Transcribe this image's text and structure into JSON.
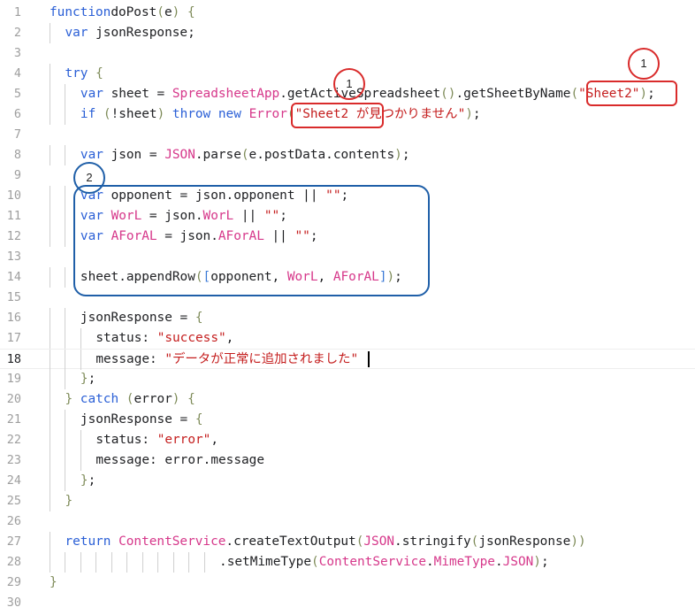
{
  "colors": {
    "keyword": "#2a5fd6",
    "class": "#d6378a",
    "string": "#c41d1d",
    "bracket_green": "#7f8c5a",
    "bracket_blue": "#3c7ad6",
    "annotation_red": "#d92b2b",
    "annotation_blue": "#1f5fa8"
  },
  "editor": {
    "active_line": 18,
    "lines": [
      {
        "n": "1",
        "t": [
          [
            "kw",
            "function"
          ],
          [
            "",
            "doPost"
          ],
          [
            "b1",
            "("
          ],
          [
            "",
            "e"
          ],
          [
            "b1",
            ")"
          ],
          [
            "",
            " "
          ],
          [
            "b1",
            "{"
          ]
        ]
      },
      {
        "n": "2",
        "t": [
          [
            "kw",
            "var"
          ],
          [
            "",
            " jsonResponse;"
          ]
        ]
      },
      {
        "n": "3",
        "t": []
      },
      {
        "n": "4",
        "t": [
          [
            "kw",
            "try"
          ],
          [
            "",
            " "
          ],
          [
            "b1",
            "{"
          ]
        ]
      },
      {
        "n": "5",
        "t": [
          [
            "kw",
            "var"
          ],
          [
            "",
            " sheet = "
          ],
          [
            "cls",
            "SpreadsheetApp"
          ],
          [
            "",
            ".getActiveSpreadsheet"
          ],
          [
            "b1",
            "()"
          ],
          [
            "",
            ".getSheetByName"
          ],
          [
            "b1",
            "("
          ],
          [
            "str",
            "\"Sheet2\""
          ],
          [
            "b1",
            ")"
          ],
          [
            "",
            ";"
          ]
        ]
      },
      {
        "n": "6",
        "t": [
          [
            "kw",
            "if"
          ],
          [
            "",
            " "
          ],
          [
            "b1",
            "("
          ],
          [
            "",
            "!sheet"
          ],
          [
            "b1",
            ")"
          ],
          [
            "",
            " "
          ],
          [
            "kw",
            "throw new"
          ],
          [
            "",
            " "
          ],
          [
            "cls",
            "Error"
          ],
          [
            "b1",
            "("
          ],
          [
            "str",
            "\"Sheet2 が見つかりません\""
          ],
          [
            "b1",
            ")"
          ],
          [
            "",
            ";"
          ]
        ]
      },
      {
        "n": "7",
        "t": []
      },
      {
        "n": "8",
        "t": [
          [
            "kw",
            "var"
          ],
          [
            "",
            " json = "
          ],
          [
            "cls",
            "JSON"
          ],
          [
            "",
            ".parse"
          ],
          [
            "b1",
            "("
          ],
          [
            "",
            "e.postData.contents"
          ],
          [
            "b1",
            ")"
          ],
          [
            "",
            ";"
          ]
        ]
      },
      {
        "n": "9",
        "t": []
      },
      {
        "n": "10",
        "t": [
          [
            "kw",
            "var"
          ],
          [
            "",
            " opponent = json.opponent || "
          ],
          [
            "str",
            "\"\""
          ],
          [
            "",
            ";"
          ]
        ]
      },
      {
        "n": "11",
        "t": [
          [
            "kw",
            "var"
          ],
          [
            "",
            " "
          ],
          [
            "cls",
            "WorL"
          ],
          [
            "",
            " = json."
          ],
          [
            "cls",
            "WorL"
          ],
          [
            "",
            " || "
          ],
          [
            "str",
            "\"\""
          ],
          [
            "",
            ";"
          ]
        ]
      },
      {
        "n": "12",
        "t": [
          [
            "kw",
            "var"
          ],
          [
            "",
            " "
          ],
          [
            "cls",
            "AForAL"
          ],
          [
            "",
            " = json."
          ],
          [
            "cls",
            "AForAL"
          ],
          [
            "",
            " || "
          ],
          [
            "str",
            "\"\""
          ],
          [
            "",
            ";"
          ]
        ]
      },
      {
        "n": "13",
        "t": []
      },
      {
        "n": "14",
        "t": [
          [
            "",
            "sheet.appendRow"
          ],
          [
            "b1",
            "("
          ],
          [
            "b2",
            "["
          ],
          [
            "",
            "opponent, "
          ],
          [
            "cls",
            "WorL"
          ],
          [
            "",
            ", "
          ],
          [
            "cls",
            "AForAL"
          ],
          [
            "b2",
            "]"
          ],
          [
            "b1",
            ")"
          ],
          [
            "",
            ";"
          ]
        ]
      },
      {
        "n": "15",
        "t": []
      },
      {
        "n": "16",
        "t": [
          [
            "",
            "jsonResponse = "
          ],
          [
            "b1",
            "{"
          ]
        ]
      },
      {
        "n": "17",
        "t": [
          [
            "",
            "status: "
          ],
          [
            "str",
            "\"success\""
          ],
          [
            "",
            ","
          ]
        ]
      },
      {
        "n": "18",
        "t": [
          [
            "",
            "message: "
          ],
          [
            "str",
            "\"データが正常に追加されました\""
          ]
        ]
      },
      {
        "n": "19",
        "t": [
          [
            "b1",
            "}"
          ],
          [
            "",
            ";"
          ]
        ]
      },
      {
        "n": "20",
        "t": [
          [
            "b1",
            "}"
          ],
          [
            "",
            " "
          ],
          [
            "kw",
            "catch"
          ],
          [
            "",
            " "
          ],
          [
            "b1",
            "("
          ],
          [
            "",
            "error"
          ],
          [
            "b1",
            ")"
          ],
          [
            "",
            " "
          ],
          [
            "b1",
            "{"
          ]
        ]
      },
      {
        "n": "21",
        "t": [
          [
            "",
            "jsonResponse = "
          ],
          [
            "b1",
            "{"
          ]
        ]
      },
      {
        "n": "22",
        "t": [
          [
            "",
            "status: "
          ],
          [
            "str",
            "\"error\""
          ],
          [
            "",
            ","
          ]
        ]
      },
      {
        "n": "23",
        "t": [
          [
            "",
            "message: error.message"
          ]
        ]
      },
      {
        "n": "24",
        "t": [
          [
            "b1",
            "}"
          ],
          [
            "",
            ";"
          ]
        ]
      },
      {
        "n": "25",
        "t": [
          [
            "b1",
            "}"
          ]
        ]
      },
      {
        "n": "26",
        "t": []
      },
      {
        "n": "27",
        "t": [
          [
            "kw",
            "return"
          ],
          [
            "",
            " "
          ],
          [
            "cls",
            "ContentService"
          ],
          [
            "",
            ".createTextOutput"
          ],
          [
            "b1",
            "("
          ],
          [
            "cls",
            "JSON"
          ],
          [
            "",
            ".stringify"
          ],
          [
            "b1",
            "("
          ],
          [
            "",
            "jsonResponse"
          ],
          [
            "b1",
            "))"
          ]
        ]
      },
      {
        "n": "28",
        "t": [
          [
            "",
            ".setMimeType"
          ],
          [
            "b1",
            "("
          ],
          [
            "cls",
            "ContentService"
          ],
          [
            "",
            "."
          ],
          [
            "cls",
            "MimeType"
          ],
          [
            "",
            "."
          ],
          [
            "cls",
            "JSON"
          ],
          [
            "b1",
            ")"
          ],
          [
            "",
            ";"
          ]
        ]
      },
      {
        "n": "29",
        "t": [
          [
            "b1",
            "}"
          ]
        ]
      },
      {
        "n": "30",
        "t": []
      }
    ]
  },
  "annotations": {
    "circle_1_top": "1",
    "circle_1_right": "1",
    "circle_2": "2"
  }
}
